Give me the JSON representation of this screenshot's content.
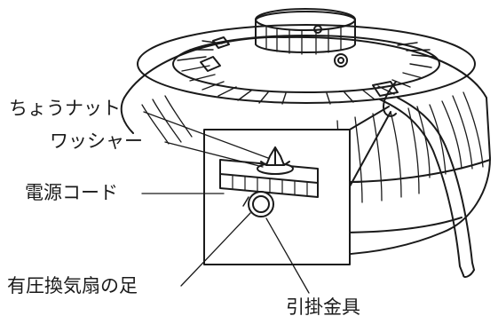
{
  "labels": {
    "wing_nut": "ちょうナット",
    "washer": "ワッシャー",
    "power_cord": "電源コード",
    "fan_foot": "有圧換気扇の足",
    "hanging_bracket": "引掛金具"
  },
  "colors": {
    "line": "#1a1a1a",
    "background": "#ffffff"
  }
}
